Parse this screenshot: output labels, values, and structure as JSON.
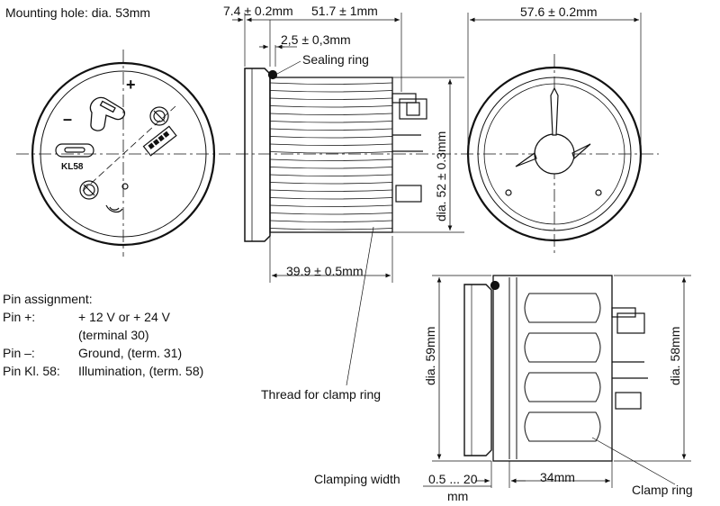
{
  "labels": {
    "mounting_hole": "Mounting hole: dia. 53mm",
    "flange_thickness": "7.4 ± 0.2mm",
    "overall_depth": "51.7 ± 1mm",
    "front_bezel_width": "57.6 ± 0.2mm",
    "seal_offset": "2,5 ± 0,3mm",
    "sealing_ring": "Sealing ring",
    "body_diameter": "dia. 52 ± 0.3mm",
    "thread_length": "39.9 ± 0.5mm",
    "thread_for_clamp_ring": "Thread for clamp ring",
    "clamp_dia_59": "dia. 59mm",
    "clamp_dia_58": "dia. 58mm",
    "clamping_width_label": "Clamping width",
    "clamping_width_value": "0.5 ... 20",
    "clamping_width_unit": "mm",
    "clamp_depth": "34mm",
    "clamp_ring": "Clamp ring"
  },
  "rear_view": {
    "plus": "+",
    "minus": "–",
    "kl58": "KL58"
  },
  "pin_assignment": {
    "title": "Pin assignment:",
    "rows": [
      {
        "pin": "Pin +:",
        "desc": "+ 12 V or + 24 V"
      },
      {
        "pin": "",
        "desc": "(terminal 30)"
      },
      {
        "pin": "Pin –:",
        "desc": "Ground, (term. 31)"
      },
      {
        "pin": "Pin Kl. 58:",
        "desc": "Illumination, (term. 58)"
      }
    ]
  },
  "colors": {
    "line": "#111111",
    "background": "#ffffff"
  }
}
